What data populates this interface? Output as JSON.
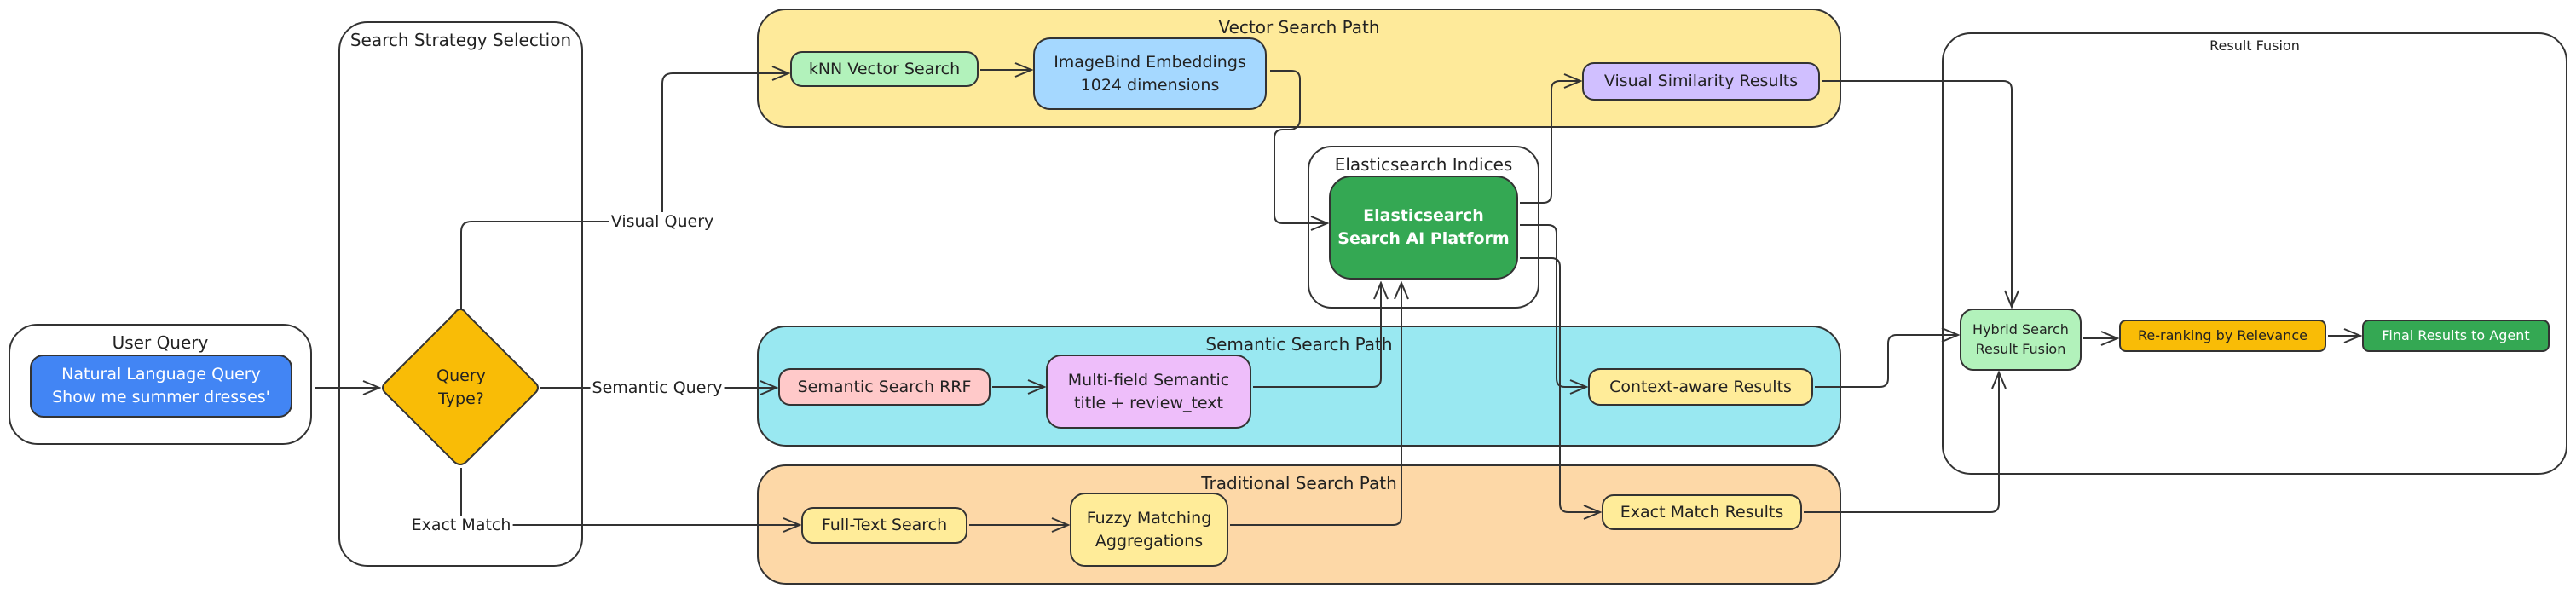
{
  "groups": {
    "user_query": "User Query",
    "strategy": "Search Strategy Selection",
    "vector": "Vector Search Path",
    "es_indices": "Elasticsearch Indices",
    "semantic": "Semantic Search Path",
    "traditional": "Traditional Search Path",
    "fusion": "Result Fusion"
  },
  "nodes": {
    "nl_query": "Natural Language Query\nShow me summer dresses'",
    "query_type": "Query\nType?",
    "knn": "kNN Vector Search",
    "imagebind": "ImageBind Embeddings\n1024 dimensions",
    "visual_results": "Visual Similarity Results",
    "es_platform": "Elasticsearch\nSearch AI Platform",
    "semantic_rrf": "Semantic Search RRF",
    "multifield": "Multi-field Semantic\ntitle + review_text",
    "context_results": "Context-aware Results",
    "fulltext": "Full-Text Search",
    "fuzzy": "Fuzzy Matching\nAggregations",
    "exact_results": "Exact Match Results",
    "hybrid": "Hybrid Search\nResult Fusion",
    "rerank": "Re-ranking by Relevance",
    "final": "Final Results to Agent"
  },
  "edge_labels": {
    "visual": "Visual Query",
    "semantic": "Semantic Query",
    "exact": "Exact Match"
  },
  "colors": {
    "vector_bg": "#FEEA9A",
    "semantic_bg": "#99E8F1",
    "traditional_bg": "#FDD8A7",
    "query_blue": "#4285F4",
    "decision_amber": "#F9BC06",
    "es_green": "#34A853"
  }
}
